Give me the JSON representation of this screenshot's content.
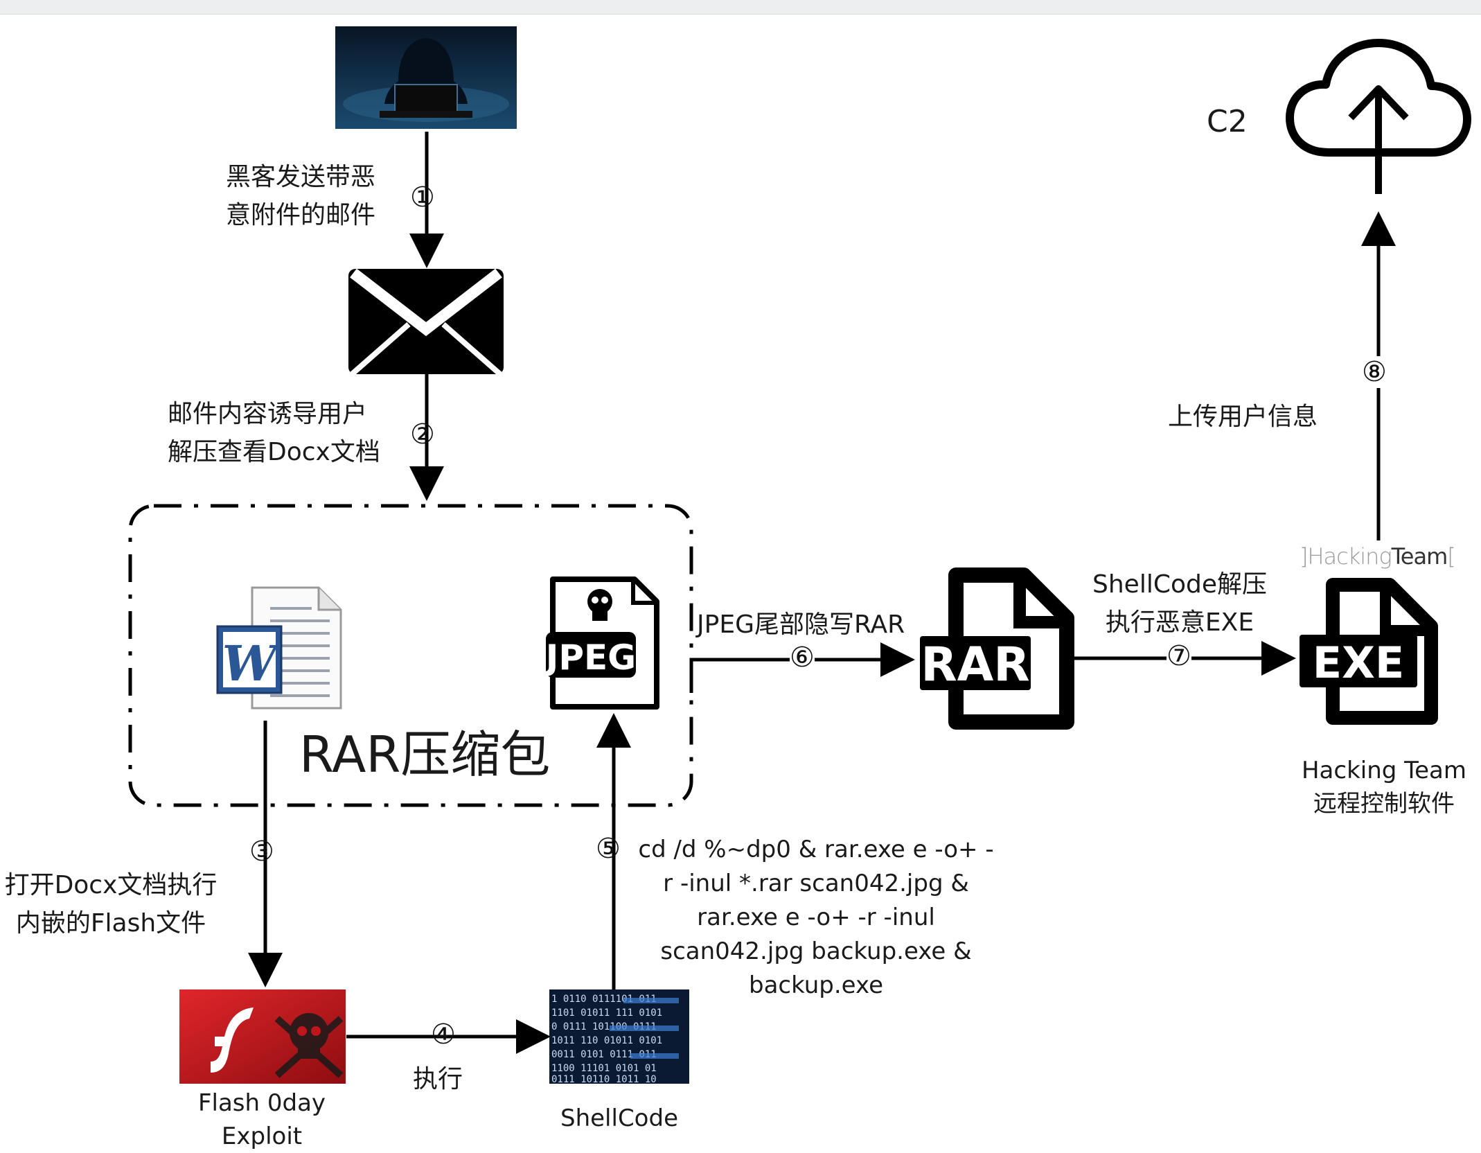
{
  "steps": {
    "s1": "①",
    "s2": "②",
    "s3": "③",
    "s4": "④",
    "s5": "⑤",
    "s6": "⑥",
    "s7": "⑦",
    "s8": "⑧"
  },
  "labels": {
    "hacker_line1": "黑客发送带恶",
    "hacker_line2": "意附件的邮件",
    "email_line1": "邮件内容诱导用户",
    "email_line2": "解压查看Docx文档",
    "package_title": "RAR压缩包",
    "docx_line1": "打开Docx文档执行",
    "docx_line2": "内嵌的Flash文件",
    "execute": "执行",
    "steg": "JPEG尾部隐写RAR",
    "shell_line1": "ShellCode解压",
    "shell_line2": "执行恶意EXE",
    "upload": "上传用户信息",
    "c2": "C2"
  },
  "command": {
    "line1": "cd /d %~dp0 & rar.exe e -o+ -",
    "line2": "r -inul *.rar scan042.jpg &",
    "line3": "rar.exe e -o+ -r -inul",
    "line4": "scan042.jpg backup.exe &",
    "line5": "backup.exe"
  },
  "captions": {
    "flash_line1": "Flash 0day",
    "flash_line2": "Exploit",
    "shellcode": "ShellCode",
    "ht_line1": "Hacking Team",
    "ht_line2": "远程控制软件"
  },
  "icons": {
    "jpeg": "JPEG",
    "rar": "RAR",
    "exe": "EXE",
    "word": "W",
    "flash": "f",
    "hackingteam_logo_bracket_l": "]",
    "hackingteam_logo_hacking": "Hacking",
    "hackingteam_logo_team": "Team",
    "hackingteam_logo_bracket_r": "["
  },
  "colors": {
    "line": "#000000",
    "flash_red": "#c0161b",
    "word_blue": "#2b5797",
    "hacker_bg": "#0d2238",
    "code_bg": "#0a1a33"
  }
}
